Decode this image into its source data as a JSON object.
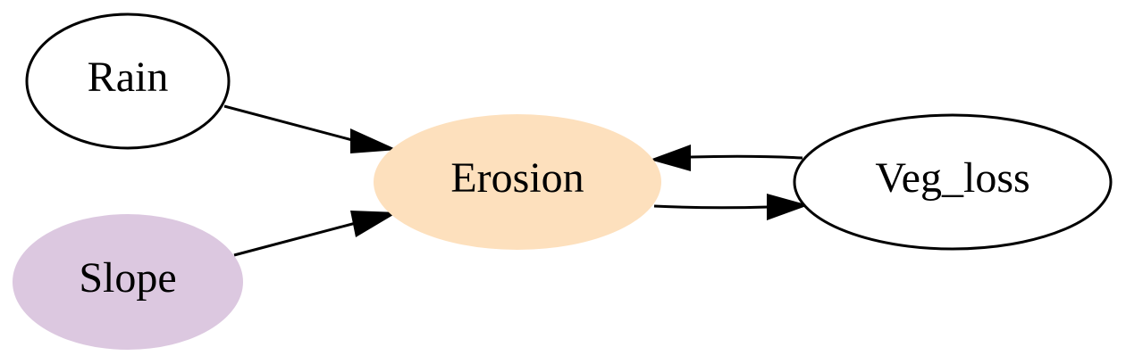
{
  "graph": {
    "nodes": [
      {
        "id": "rain",
        "label": "Rain",
        "fill": "#ffffff",
        "outline": true
      },
      {
        "id": "slope",
        "label": "Slope",
        "fill": "#dcc8e0",
        "outline": false
      },
      {
        "id": "erosion",
        "label": "Erosion",
        "fill": "#fde0bd",
        "outline": false
      },
      {
        "id": "veg_loss",
        "label": "Veg_loss",
        "fill": "#ffffff",
        "outline": true
      }
    ],
    "edges": [
      {
        "from": "Rain",
        "to": "Erosion"
      },
      {
        "from": "Slope",
        "to": "Erosion"
      },
      {
        "from": "Veg_loss",
        "to": "Erosion"
      },
      {
        "from": "Erosion",
        "to": "Veg_loss"
      }
    ]
  }
}
